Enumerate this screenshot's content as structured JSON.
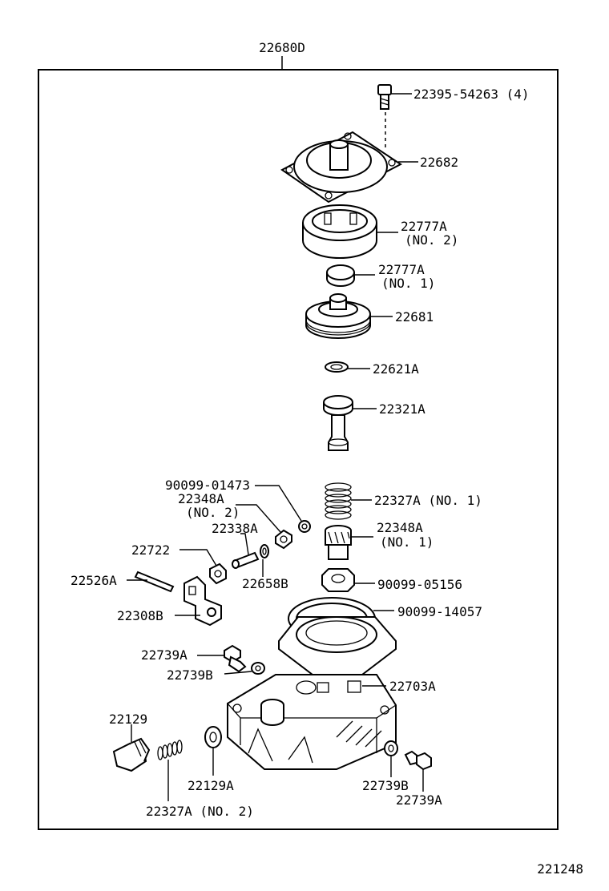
{
  "assembly": {
    "number": "22680D",
    "figure_number": "221248"
  },
  "callouts": {
    "bolt": "22395-54263 (4)",
    "cover": "22682",
    "ring_no2": "22777A",
    "ring_no2_note": "(NO. 2)",
    "disc_no1": "22777A",
    "disc_no1_note": "(NO. 1)",
    "pulley": "22681",
    "washer": "22621A",
    "plunger": "22321A",
    "spring_no1": "22327A (NO. 1)",
    "valve_no1": "22348A",
    "valve_no1_note": "(NO. 1)",
    "nut": "90099-05156",
    "oring_large": "90099-14057",
    "body": "22703A",
    "small_part": "90099-01473",
    "valve_no2": "22348A",
    "valve_no2_note": "(NO. 2)",
    "pin": "22338A",
    "seat": "22722",
    "ring_small": "22658B",
    "rod": "22526A",
    "bracket": "22308B",
    "screw_left": "22739A",
    "washer_left": "22739B",
    "plug": "22129",
    "plug_washer": "22129A",
    "spring_no2": "22327A (NO. 2)",
    "washer_right": "22739B",
    "screw_right": "22739A"
  }
}
